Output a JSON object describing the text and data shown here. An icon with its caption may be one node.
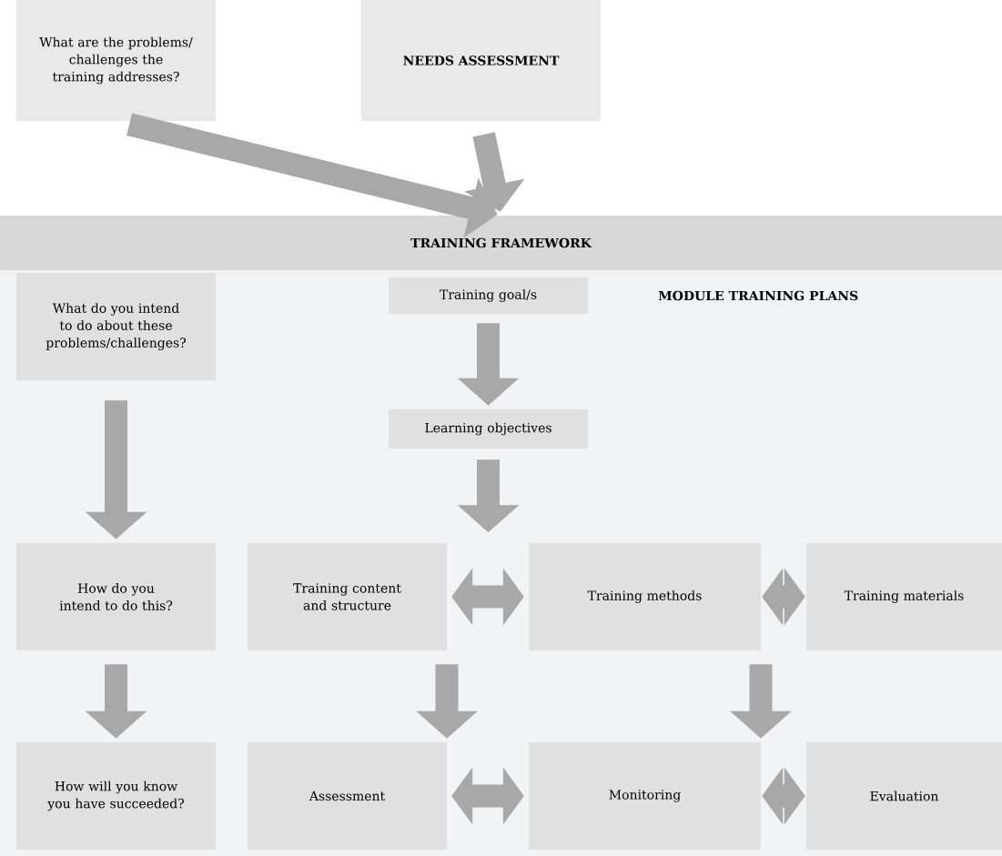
{
  "diagram": {
    "nodes": [
      {
        "text": [
          "What are the problems/ challenges the training addresses?"
        ]
      },
      {
        "text": [
          "NEEDS ASSESSMENT"
        ]
      },
      {
        "text": [
          "TRAINING FRAMEWORK"
        ]
      },
      {
        "text": [
          "What do you intend to do about these problems/challenges?"
        ],
        "in": 2
      },
      {
        "text": [
          "Training goal/s"
        ],
        "in": 2
      },
      {
        "text": [
          "Learning objectives"
        ],
        "in": 2
      },
      {
        "text": [
          "How do you intend to do this?"
        ],
        "in": 2
      },
      {
        "text": [
          "Training content and structure"
        ],
        "in": 2
      },
      {
        "text": [
          "Training methods"
        ],
        "in": 2
      },
      {
        "text": [
          "Training materials"
        ],
        "in": 2
      },
      {
        "text": [
          "How will you know you have succeeded?"
        ],
        "in": 2
      },
      {
        "text": [
          "Assessment"
        ],
        "in": 2
      },
      {
        "text": [
          "Monitoring"
        ],
        "in": 2
      },
      {
        "text": [
          "Evaluation"
        ],
        "in": 2
      }
    ],
    "edges": [
      {
        "from": 0,
        "to": 2,
        "arrow": "to"
      },
      {
        "from": 1,
        "to": 2,
        "arrow": "to"
      },
      {
        "from": 3,
        "to": 6,
        "arrow": "to"
      },
      {
        "from": 4,
        "to": 5,
        "arrow": "to"
      },
      {
        "from": 5,
        "to": null,
        "arrow": "to"
      },
      {
        "from": 7,
        "to": 8,
        "arrow": "both"
      },
      {
        "from": 8,
        "to": 9,
        "arrow": "both"
      },
      {
        "from": 6,
        "to": 10,
        "arrow": "to"
      },
      {
        "from": 7,
        "to": 11,
        "arrow": "to"
      },
      {
        "from": 8,
        "to": 12,
        "arrow": "to"
      },
      {
        "from": 11,
        "to": 12,
        "arrow": "both"
      },
      {
        "from": 12,
        "to": 13,
        "arrow": "both"
      }
    ],
    "labels": [
      "MODULE TRAINING PLANS"
    ]
  }
}
